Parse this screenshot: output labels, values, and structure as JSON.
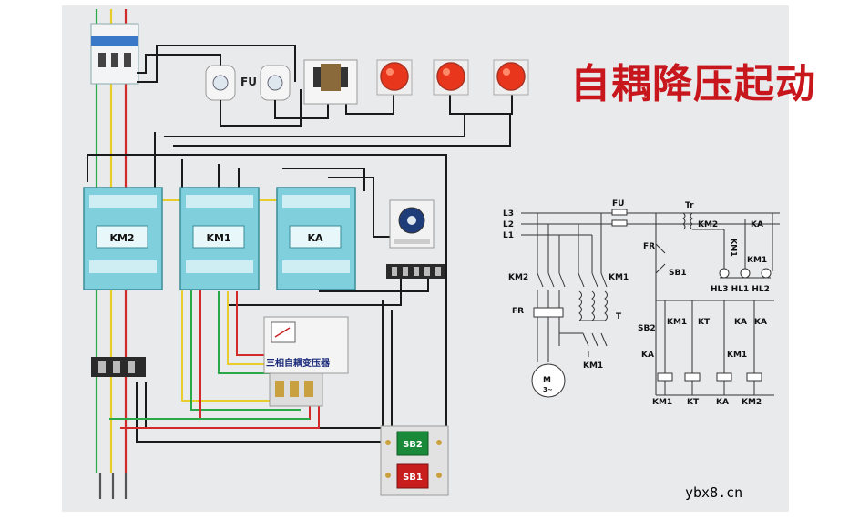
{
  "title": "自耦降压起动",
  "watermark": "ybx8.cn",
  "pictorial": {
    "fuse_label": "FU",
    "contactors": [
      "KM2",
      "KM1",
      "KA"
    ],
    "transformer_label": "三相自耦变压器",
    "buttons": [
      "SB2",
      "SB1"
    ]
  },
  "schematic": {
    "lines": [
      "L3",
      "L2",
      "L1"
    ],
    "fuse": "FU",
    "transformer": "Tr",
    "labels": {
      "km2_left": "KM2",
      "km1_right": "KM1",
      "fr_left": "FR",
      "t_label": "T",
      "km1_bottom": "KM1",
      "motor": "M",
      "motor_sub": "3~",
      "fr_ctrl": "FR",
      "sb1": "SB1",
      "sb2": "SB2",
      "km1_contact": "KM1",
      "kt_contact": "KT",
      "ka_contact1": "KA",
      "ka_contact2": "KA",
      "ka_lower": "KA",
      "km1_lower": "KM1",
      "km2_tr": "KM2",
      "ka_tr": "KA",
      "km1_lamp_v": "KM1",
      "km1_lamp": "KM1",
      "lamp_labels": "HL3 HL1 HL2"
    },
    "coils": [
      "KM1",
      "KT",
      "KA",
      "KM2"
    ]
  },
  "colors": {
    "title": "#c8161d",
    "contactor_body": "#7fd0dc",
    "lamp": "#e8361c",
    "button_green": "#1a8a3a",
    "button_red": "#c81d1d",
    "wire_red": "#d2292a",
    "wire_green": "#2ba84a",
    "wire_yellow": "#e8cc2a"
  }
}
